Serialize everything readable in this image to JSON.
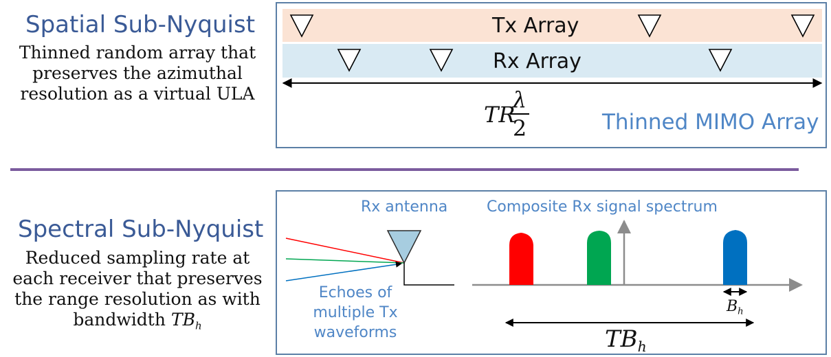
{
  "spatial": {
    "heading": "Spatial Sub-Nyquist",
    "description_lines": [
      "Thinned random array that",
      "preserves the azimuthal",
      "resolution as a virtual ULA"
    ],
    "tx_label": "Tx Array",
    "rx_label": "Rx Array",
    "aperture_label_main": "TR",
    "aperture_fraction_num": "λ",
    "aperture_fraction_den": "2",
    "array_title": "Thinned MIMO Array"
  },
  "spectral": {
    "heading": "Spectral Sub-Nyquist",
    "description_lines": [
      "Reduced sampling rate at",
      "each receiver that preserves",
      "the range resolution as with",
      "bandwidth"
    ],
    "description_math_main": "TB",
    "description_math_sub": "h",
    "rx_antenna_label": "Rx antenna",
    "spectrum_label": "Composite Rx signal spectrum",
    "echoes_lines": [
      "Echoes of",
      "multiple Tx",
      "waveforms"
    ],
    "bh_main": "B",
    "bh_sub": "h",
    "tbh_main": "TB",
    "tbh_sub": "h"
  },
  "colors": {
    "heading_blue": "#3a5a96",
    "box_border": "#5b7fa6",
    "tx_band": "#fbe3d4",
    "rx_band": "#d9eaf3",
    "divider": "#7b5b9e",
    "label_blue": "#4f86c6",
    "antenna_fill": "#a7cde0",
    "pulse_red": "#ff0000",
    "pulse_green": "#00a651",
    "pulse_blue": "#0070c0",
    "axis_gray": "#8c8c8c"
  }
}
